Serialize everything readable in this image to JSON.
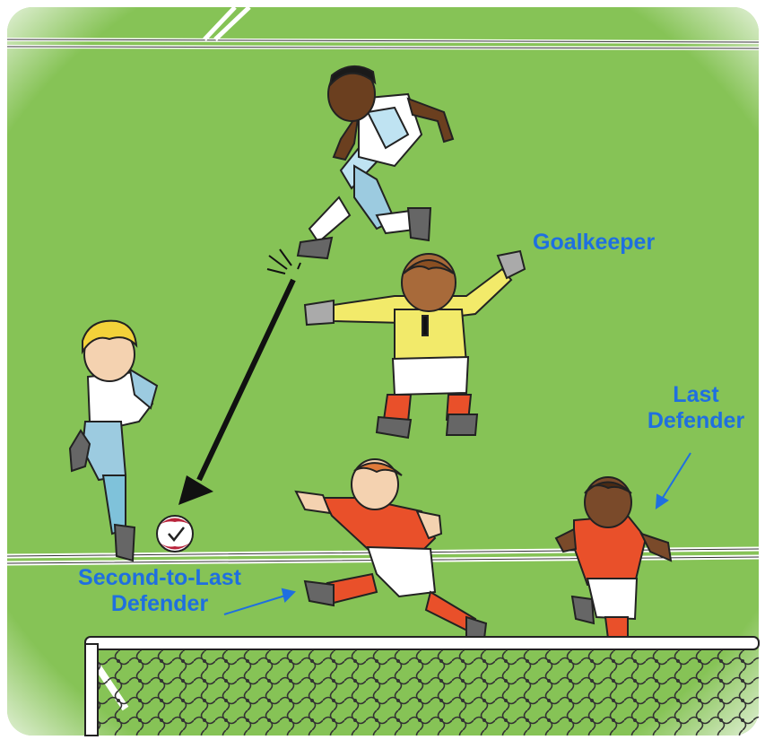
{
  "colors": {
    "pitch": "#86c356",
    "label": "#1f6fe0",
    "attacking_kit": "#bfe3f2",
    "defending_kit": "#e9502a",
    "goalkeeper_kit": "#f2ea6a",
    "ball": "#b8233a"
  },
  "labels": {
    "goalkeeper": "Goalkeeper",
    "last_defender_line1": "Last",
    "last_defender_line2": "Defender",
    "second_to_last_line1": "Second-to-Last",
    "second_to_last_line2": "Defender"
  }
}
